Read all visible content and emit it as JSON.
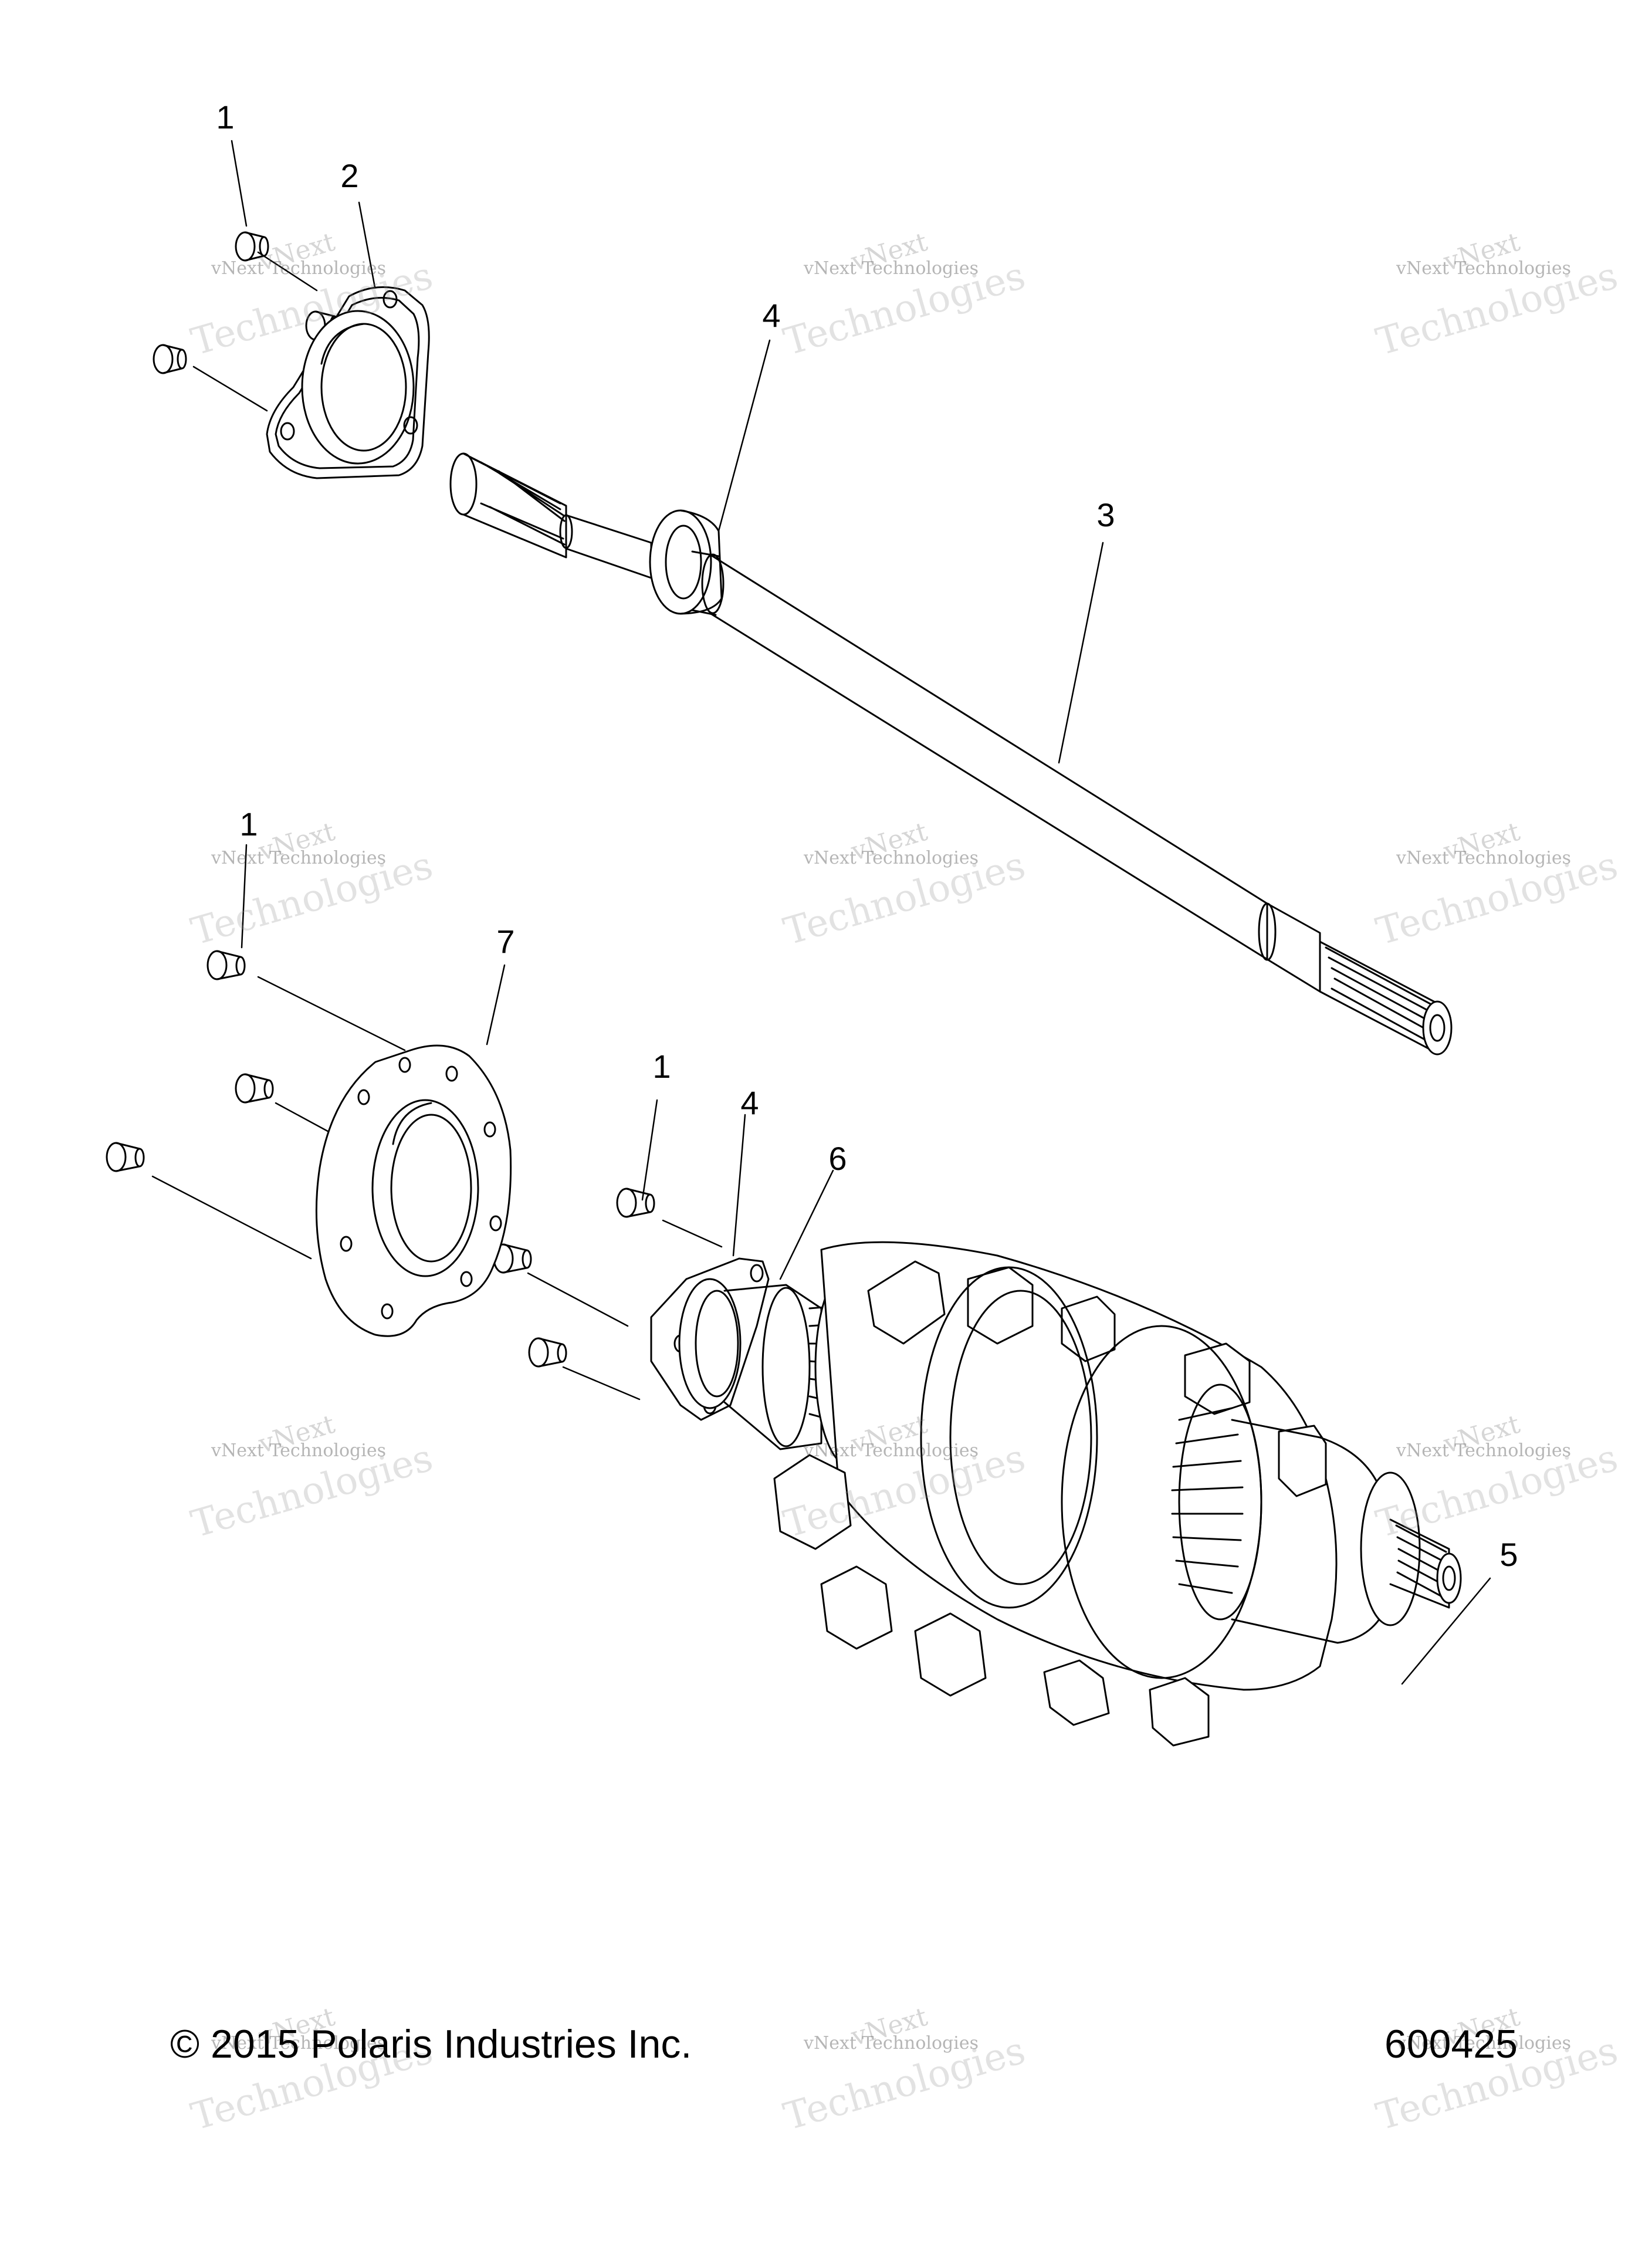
{
  "callouts": {
    "c1a": "1",
    "c2": "2",
    "c4a": "4",
    "c3": "3",
    "c1b": "1",
    "c7": "7",
    "c1c": "1",
    "c4b": "4",
    "c6": "6",
    "c5": "5"
  },
  "watermark": {
    "line1": "vNext",
    "line2": "vNext Technologies",
    "line3": "Technologies"
  },
  "footer": {
    "copyright": "© 2015 Polaris Industries Inc.",
    "drawing_number": "600425"
  },
  "colors": {
    "line": "#000000",
    "background": "#ffffff"
  }
}
